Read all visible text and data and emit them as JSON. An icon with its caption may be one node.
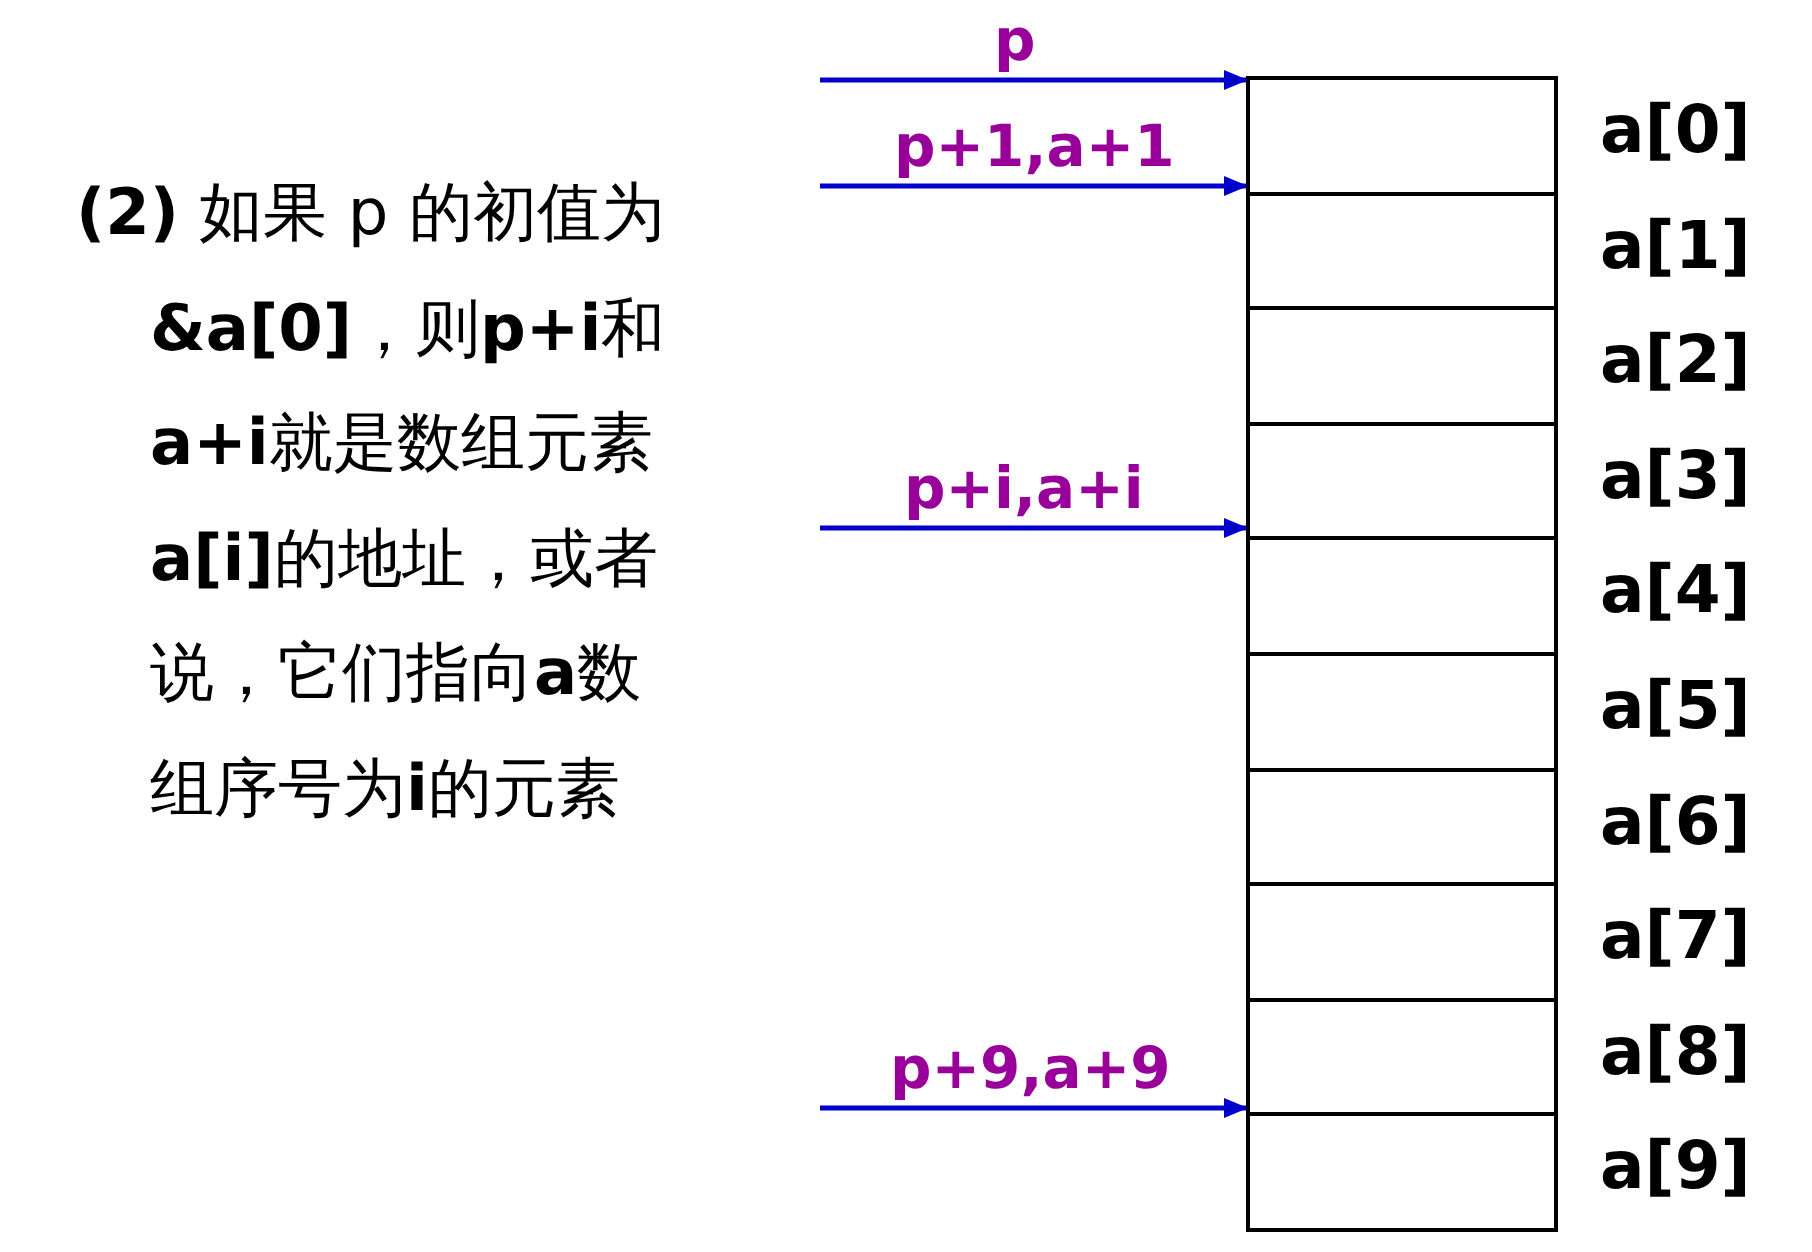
{
  "diagram": {
    "nodes": [
      {
        "text": [],
        "shape": "box",
        "beside": [
          "a[0]"
        ]
      },
      {
        "text": [],
        "shape": "box",
        "beside": [
          "a[1]"
        ]
      },
      {
        "text": [],
        "shape": "box",
        "beside": [
          "a[2]"
        ]
      },
      {
        "text": [],
        "shape": "box",
        "beside": [
          "a[3]"
        ]
      },
      {
        "text": [],
        "shape": "box",
        "beside": [
          "a[4]"
        ]
      },
      {
        "text": [],
        "shape": "box",
        "beside": [
          "a[5]"
        ]
      },
      {
        "text": [],
        "shape": "box",
        "beside": [
          "a[6]"
        ]
      },
      {
        "text": [],
        "shape": "box",
        "beside": [
          "a[7]"
        ]
      },
      {
        "text": [],
        "shape": "box",
        "beside": [
          "a[8]"
        ]
      },
      {
        "text": [],
        "shape": "box",
        "beside": [
          "a[9]"
        ]
      }
    ],
    "edges": [
      {
        "from": null,
        "to": 0,
        "arrow": "to",
        "label": "p"
      },
      {
        "from": null,
        "to": 1,
        "arrow": "to",
        "label": "p+1,a+1"
      },
      {
        "from": null,
        "to": 4,
        "arrow": "to",
        "label": "p+i,a+i"
      },
      {
        "from": null,
        "to": 9,
        "arrow": "to",
        "label": "p+9,a+9"
      }
    ],
    "labels": [
      "**(2)** 如果 p 的初值为**&a[0]**，则**p+i**和**a+i**就是数组元素**a[i]**的地址，或者说，它们指向**a**数组序号为**i**的元素"
    ]
  }
}
